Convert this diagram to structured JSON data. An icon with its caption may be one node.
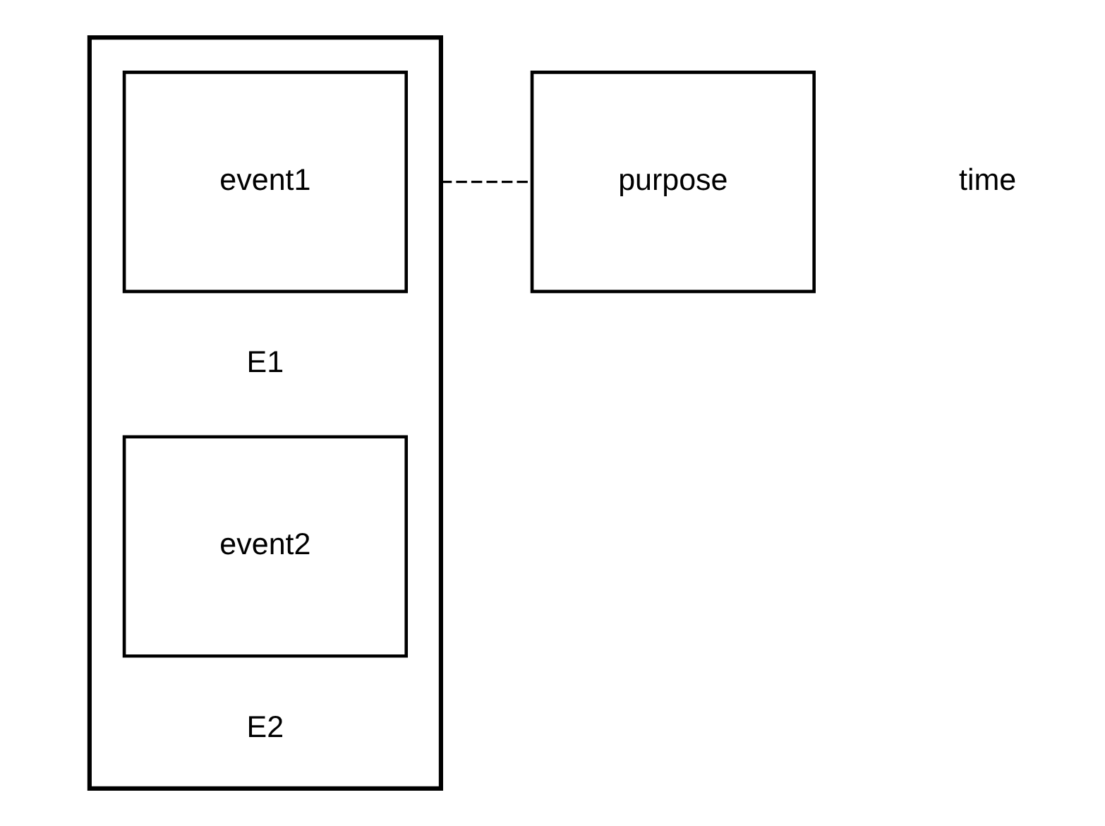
{
  "diagram": {
    "nodes": [
      {
        "text": [],
        "shape": "box"
      },
      {
        "text": [
          "event1"
        ],
        "in": 0,
        "beside": [
          "E1"
        ]
      },
      {
        "text": [
          "event2"
        ],
        "in": 0,
        "beside": [
          "E2"
        ]
      },
      {
        "text": [
          "purpose"
        ]
      }
    ],
    "edges": [
      {
        "from": 0,
        "to": 3,
        "arrow": "none",
        "style": "dashed"
      }
    ],
    "labels": [
      "time"
    ]
  }
}
